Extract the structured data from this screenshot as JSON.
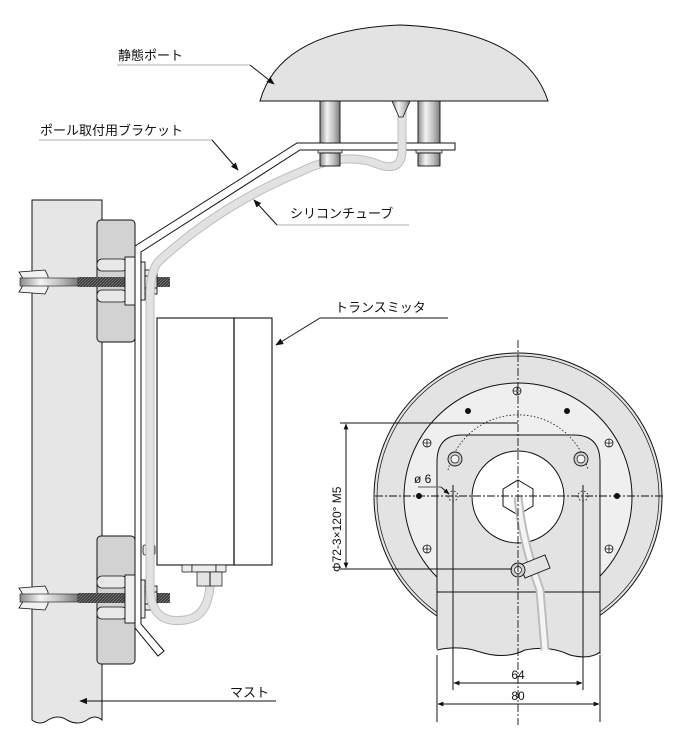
{
  "diagram": {
    "type": "mounting-diagram",
    "labels": {
      "static_port": "静態ポート",
      "pole_bracket": "ポール取付用ブラケット",
      "silicone_tube": "シリコンチューブ",
      "transmitter": "トランスミッタ",
      "mast": "マスト"
    },
    "dimensions": {
      "bolt_circle": "Φ72-3×120° M5",
      "hole_diameter": "ø 6",
      "hole_pitch": "64",
      "plate_width": "80"
    }
  }
}
